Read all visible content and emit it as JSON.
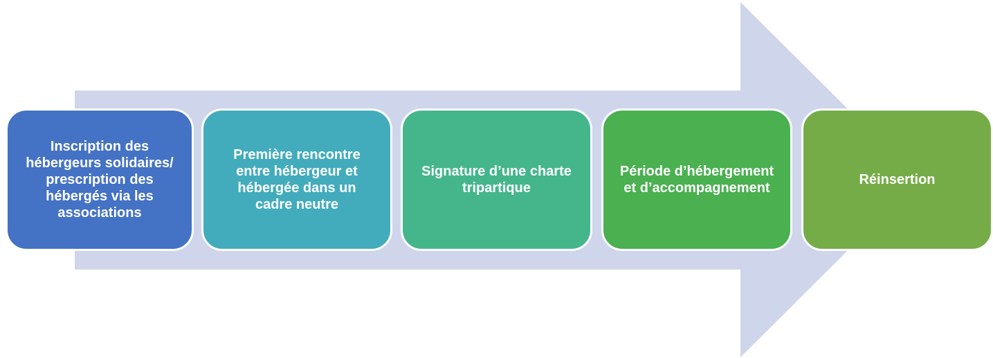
{
  "diagram": {
    "type": "process-arrow",
    "arrow_color": "#CFD5EA",
    "steps": [
      {
        "label": "Inscription des\nhébergeurs solidaires/\nprescription des\nhébergés via les\nassociations",
        "color": "#4472C4"
      },
      {
        "label": "Première rencontre\nentre hébergeur et\nhébergée dans un\ncadre neutre",
        "color": "#43ACBC"
      },
      {
        "label": "Signature d’une charte\ntripartique",
        "color": "#45B68C"
      },
      {
        "label": "Période d’hébergement\net d’accompagnement",
        "color": "#4AB050"
      },
      {
        "label": "Réinsertion",
        "color": "#76AC48"
      }
    ]
  }
}
